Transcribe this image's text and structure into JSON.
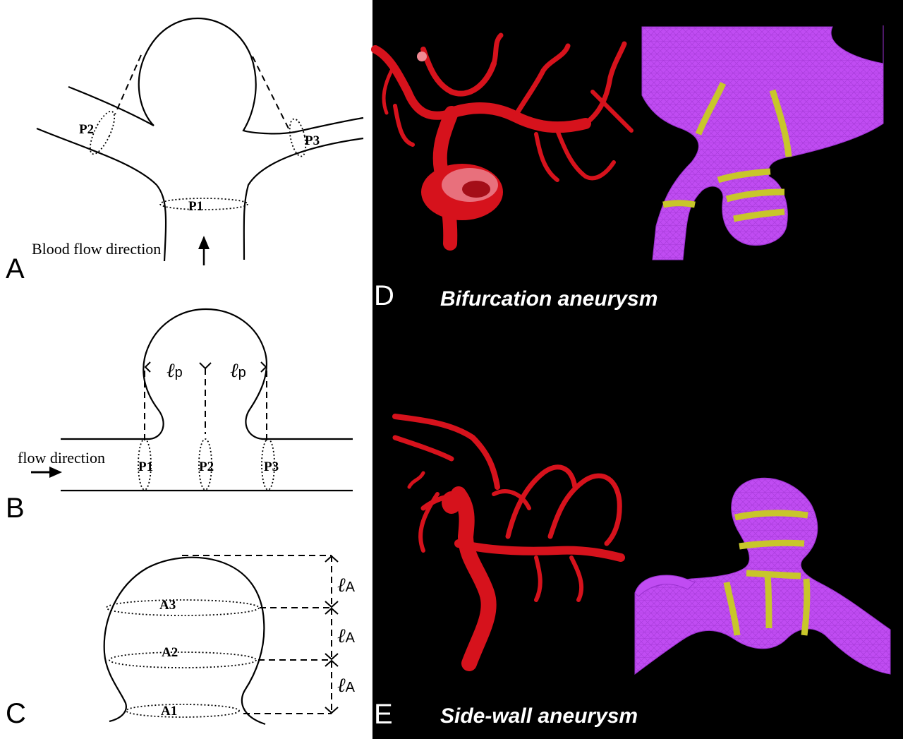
{
  "panels": {
    "a": {
      "letter": "A",
      "section_labels": [
        "P1",
        "P2",
        "P3"
      ],
      "flow_label": "Blood flow direction"
    },
    "b": {
      "letter": "B",
      "section_labels": [
        "P1",
        "P2",
        "P3"
      ],
      "flow_label": "flow direction",
      "length_symbol": "ℓ",
      "length_subscript": "p"
    },
    "c": {
      "letter": "C",
      "section_labels": [
        "A1",
        "A2",
        "A3"
      ],
      "length_symbol": "ℓ",
      "length_subscript": "A"
    },
    "d": {
      "letter": "D",
      "caption": "Bifurcation aneurysm"
    },
    "e": {
      "letter": "E",
      "caption": "Side-wall aneurysm"
    }
  },
  "colors": {
    "background_right": "#000000",
    "vessel_red": "#d6121c",
    "mesh_purple": "#c04cf2",
    "section_band": "#c8c62a"
  }
}
